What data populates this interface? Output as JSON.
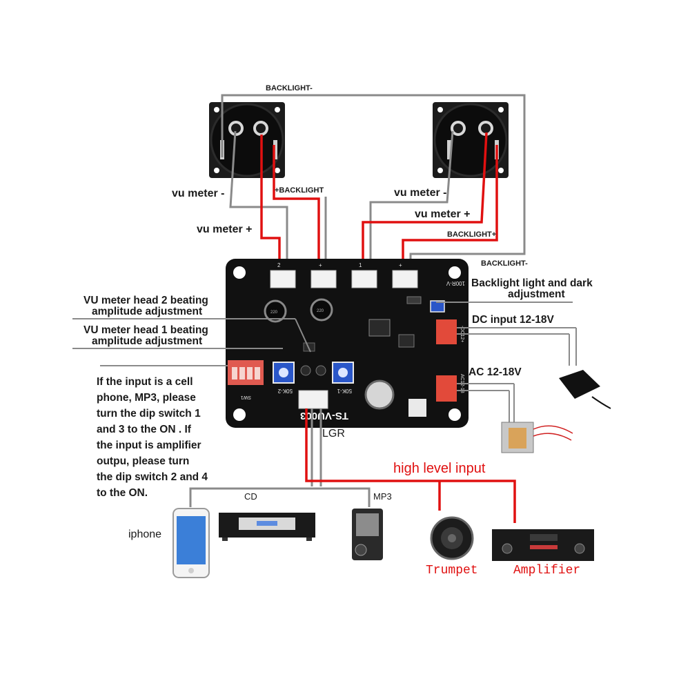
{
  "labels": {
    "backlight_neg_top": "BACKLIGHT-",
    "backlight_pos_left": "+BACKLIGHT",
    "vu_minus_left": "vu meter -",
    "vu_plus_left": "vu meter +",
    "vu_minus_right": "vu meter -",
    "vu_plus_right": "vu meter +",
    "backlight_pos_right": "BACKLIGHT+",
    "backlight_neg_right": "BACKLIGHT-",
    "backlight_adjust_1": "Backlight light and dark",
    "backlight_adjust_2": "adjustment",
    "dc_input": "DC input 12-18V",
    "ac_input": "AC 12-18V",
    "head2_1": "VU meter head 2 beating",
    "head2_2": "amplitude adjustment",
    "head1_1": "VU meter head 1 beating",
    "head1_2": "amplitude adjustment",
    "lgr": "LGR",
    "high_level_input": "high level input",
    "cd": "CD",
    "mp3": "MP3",
    "iphone": "iphone",
    "trumpet": "Trumpet",
    "amplifier": "Amplifier"
  },
  "note_lines": [
    "If the input is a cell",
    "phone, MP3, please",
    "turn the dip switch 1",
    "and 3 to the ON . If",
    "the input is amplifier",
    "outpu, please turn",
    "the dip switch 2 and 4",
    "to the ON."
  ],
  "board": {
    "model": "TS-VU003",
    "pot_left": "50K-2",
    "pot_right": "50K-1",
    "pot_top": "100R-V",
    "dc_terminal": "-DC12+",
    "ac_terminal": "AC12-18",
    "dip": "SW1",
    "connector_1": "2",
    "connector_2": "+",
    "connector_3": "1",
    "connector_4": "+",
    "cap_left": "220",
    "cap_right": "220"
  },
  "colors": {
    "wire_gray": "#8a8a8a",
    "wire_red": "#e01010",
    "board": "#111111",
    "connector": "#f2f2f2",
    "pot_blue": "#2a56c8",
    "terminal_red": "#e24a3a",
    "dip_red": "#e05a50"
  }
}
